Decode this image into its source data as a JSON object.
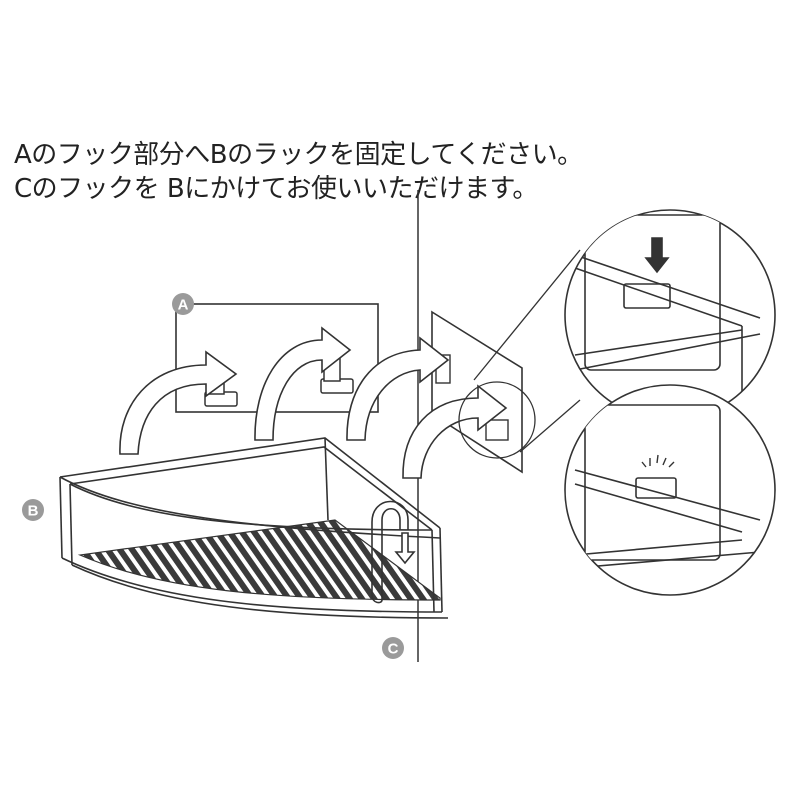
{
  "instructions": {
    "line1": "Aのフック部分へBのラックを固定してください。",
    "line2": "Cのフックを Bにかけてお使いいただけます。"
  },
  "labels": {
    "a": "A",
    "b": "B",
    "c": "C"
  },
  "colors": {
    "line": "#333333",
    "badge": "#9a9a9a",
    "background": "#ffffff"
  }
}
